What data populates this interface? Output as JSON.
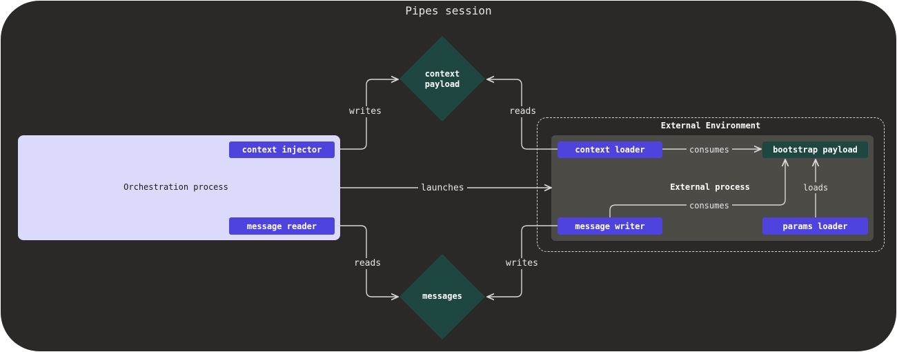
{
  "diagram": {
    "title": "Pipes session",
    "orchestration_process": {
      "label": "Orchestration process",
      "context_injector": "context injector",
      "message_reader": "message reader"
    },
    "external_environment": {
      "label": "External Environment",
      "process_label": "External process",
      "context_loader": "context loader",
      "bootstrap_payload": "bootstrap payload",
      "message_writer": "message writer",
      "params_loader": "params loader"
    },
    "context_payload": {
      "line1": "context",
      "line2": "payload"
    },
    "messages": "messages",
    "edges": {
      "writes_context": "writes",
      "reads_context": "reads",
      "launches": "launches",
      "consumes_top": "consumes",
      "consumes_bottom": "consumes",
      "loads": "loads",
      "reads_messages": "reads",
      "writes_messages": "writes"
    },
    "colors": {
      "background": "#2a2927",
      "orchestration_fill": "#dcdafb",
      "external_process_fill": "#4d4b45",
      "component_purple": "#4f43dd",
      "payload_green": "#1f4741",
      "arrow": "#d8d8d8"
    }
  }
}
